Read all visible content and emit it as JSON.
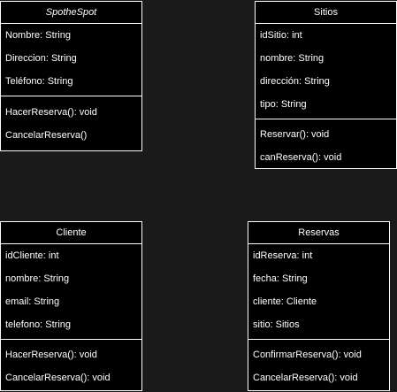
{
  "classes": {
    "spothespot": {
      "name": "SpotheSpot",
      "attributes": [
        "Nombre: String",
        "Direccion: String",
        "Teléfono: String"
      ],
      "methods": [
        "HacerReserva(): void",
        "CancelarReserva()"
      ]
    },
    "sitios": {
      "name": "Sitios",
      "attributes": [
        "idSitio: int",
        "nombre: String",
        "dirección: String",
        "tipo: String"
      ],
      "methods": [
        "Reservar(): void",
        "canReserva(): void"
      ]
    },
    "cliente": {
      "name": "Cliente",
      "attributes": [
        "idCliente: int",
        "nombre: String",
        "email: String",
        "telefono: String"
      ],
      "methods": [
        "HacerReserva(): void",
        "CancelarReserva(): void"
      ]
    },
    "reservas": {
      "name": "Reservas",
      "attributes": [
        "idReserva: int",
        "fecha: String",
        "cliente: Cliente",
        "sitio: Sitios"
      ],
      "methods": [
        "ConfirmarReserva(): void",
        "CancelarReserva(): void"
      ]
    }
  }
}
